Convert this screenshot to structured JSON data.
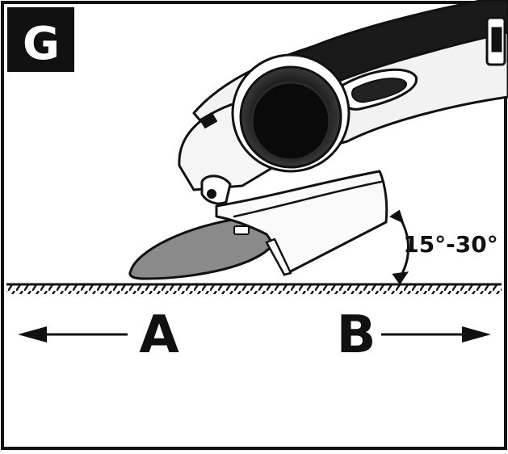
{
  "figure": {
    "panel_label": "G",
    "angle_label": "15°-30°",
    "direction_left_label": "A",
    "direction_right_label": "B"
  },
  "colors": {
    "ink": "#111111",
    "disc": "#8a8a8a",
    "paper": "#ffffff",
    "tool_body": "#f2f2f2",
    "grip": "#1a1a1a"
  },
  "icons": {
    "tool": "angle-grinder-icon",
    "surface": "hatched-work-surface",
    "angle": "curved-double-arrow-icon"
  }
}
